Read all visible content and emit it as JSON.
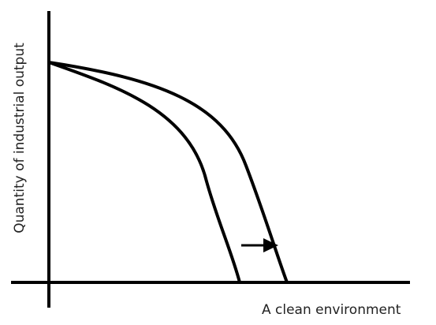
{
  "diagram": {
    "title": "",
    "x_axis_label": "A clean environment",
    "y_axis_label": "Quantity of industrial output",
    "arrow_direction": "right",
    "colors": {
      "line": "#000000",
      "text": "#222222",
      "background": "#ffffff"
    }
  }
}
